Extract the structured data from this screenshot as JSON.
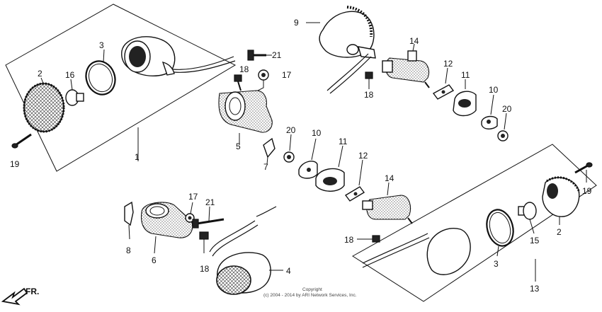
{
  "diagram": {
    "labels": {
      "l1": "1",
      "l2a": "2",
      "l3a": "3",
      "l16": "16",
      "l19a": "19",
      "l18a": "18",
      "l21a": "21",
      "l17a": "17",
      "l5": "5",
      "l7": "7",
      "l9": "9",
      "l14a": "14",
      "l18b": "18",
      "l12a": "12",
      "l11a": "11",
      "l10a": "10",
      "l20a": "20",
      "l20b": "20",
      "l10b": "10",
      "l11b": "11",
      "l12b": "12",
      "l14b": "14",
      "l17b": "17",
      "l21b": "21",
      "l8": "8",
      "l6": "6",
      "l18c": "18",
      "l4": "4",
      "l18d": "18",
      "l3b": "3",
      "l15": "15",
      "l2b": "2",
      "l19b": "19",
      "l13": "13"
    },
    "direction_label": "FR.",
    "copyright_line1": "Copyright",
    "copyright_line2": "(c) 2004 - 2014 by ARI Network Services, Inc."
  }
}
